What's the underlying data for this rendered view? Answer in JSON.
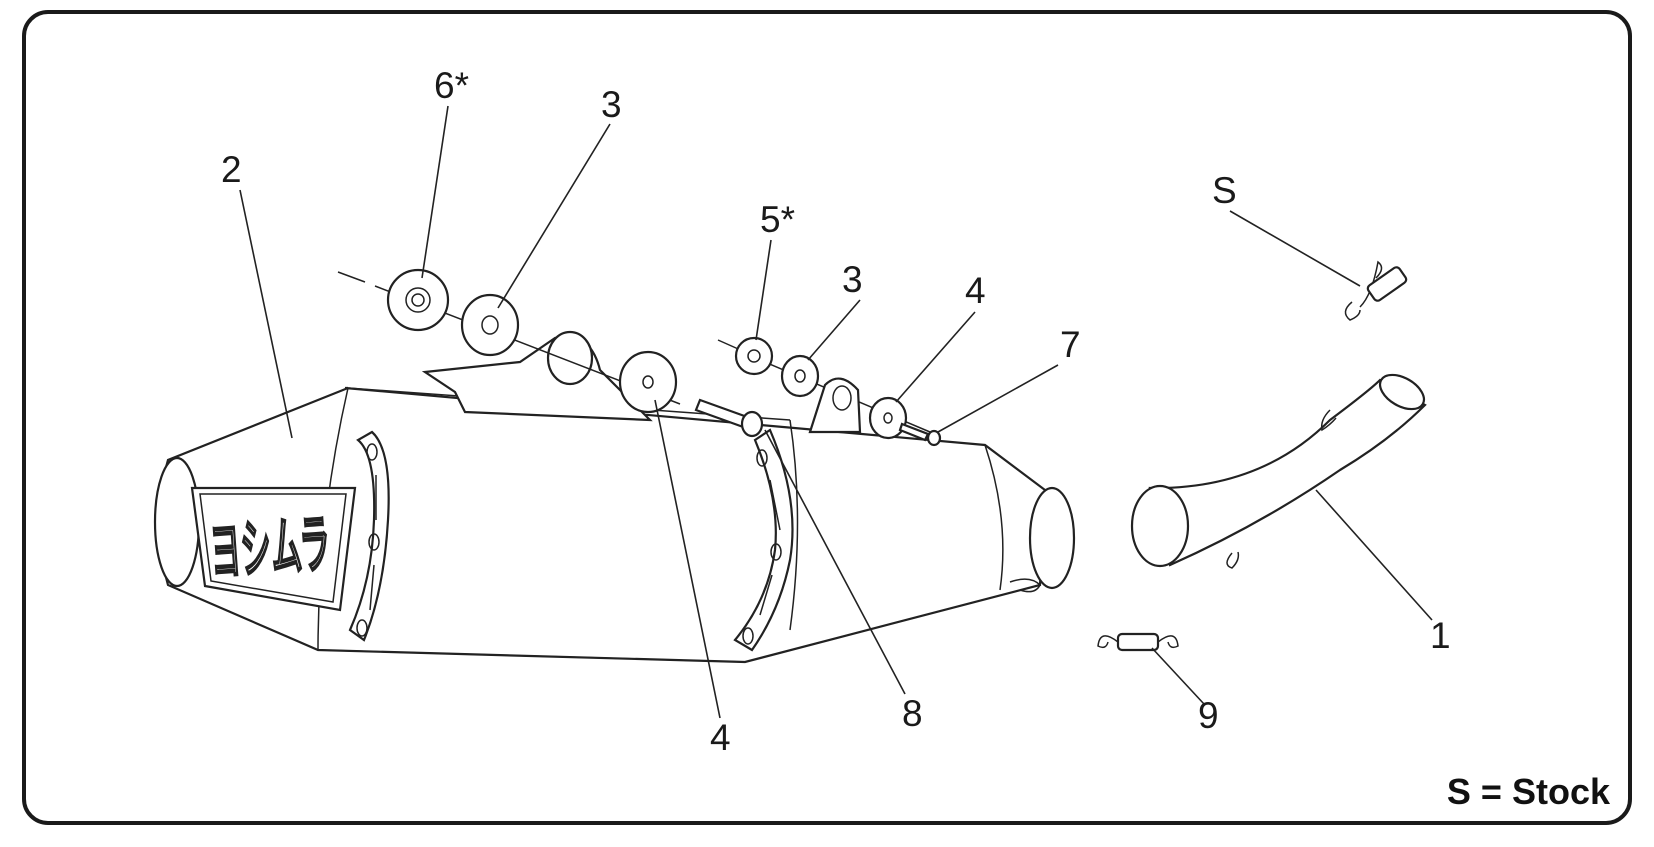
{
  "diagram": {
    "callouts": [
      {
        "id": "callout-1",
        "text": "1"
      },
      {
        "id": "callout-2",
        "text": "2"
      },
      {
        "id": "callout-3a",
        "text": "3"
      },
      {
        "id": "callout-3b",
        "text": "3"
      },
      {
        "id": "callout-4a",
        "text": "4"
      },
      {
        "id": "callout-4b",
        "text": "4"
      },
      {
        "id": "callout-5",
        "text": "5*"
      },
      {
        "id": "callout-6",
        "text": "6*"
      },
      {
        "id": "callout-7",
        "text": "7"
      },
      {
        "id": "callout-8",
        "text": "8"
      },
      {
        "id": "callout-9",
        "text": "9"
      },
      {
        "id": "callout-s",
        "text": "S"
      }
    ],
    "logo_text": "ヨシムラ",
    "legend": "S = Stock"
  }
}
